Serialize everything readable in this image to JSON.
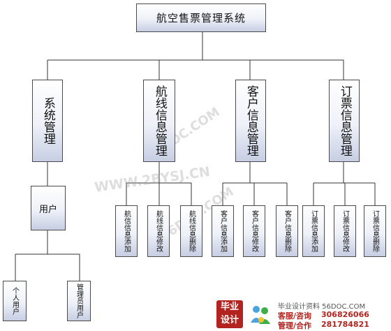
{
  "root": {
    "label": "航空售票管理系统"
  },
  "modules": [
    {
      "label": "系统管理"
    },
    {
      "label": "航线信息管理"
    },
    {
      "label": "客户信息管理"
    },
    {
      "label": "订票信息管理"
    }
  ],
  "user_node": {
    "label": "用户"
  },
  "user_children": [
    {
      "label": "个人用户"
    },
    {
      "label": "管理员用户"
    }
  ],
  "leaves": [
    {
      "label": "航信信息添加"
    },
    {
      "label": "航线信息修改"
    },
    {
      "label": "航线信息删除"
    },
    {
      "label": "客户信息添加"
    },
    {
      "label": "客户信息修改"
    },
    {
      "label": "客户信息删除"
    },
    {
      "label": "订票信息添加"
    },
    {
      "label": "订票信息修改"
    },
    {
      "label": "订票信息删除"
    }
  ],
  "watermarks": {
    "mark1": "56DOC.COM",
    "mark2": "WWW.2BYSJ.CN",
    "mark3": "56DOC.COM"
  },
  "banner": {
    "logo": "毕业设计",
    "site_line": "毕业设计资料 56DOC.COM",
    "service_label": "客服/咨询",
    "service_number": "306826066",
    "manage_label": "管理/合作",
    "manage_number": "281784821",
    "accent_color": "#b3231f"
  }
}
